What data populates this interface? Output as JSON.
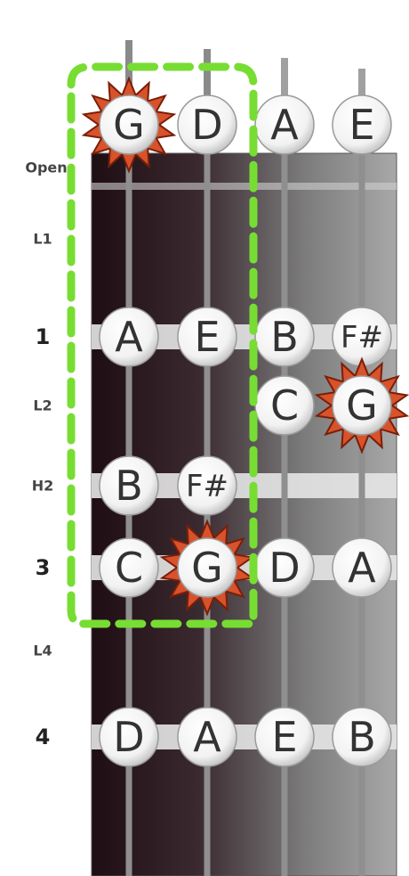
{
  "colors": {
    "board_dark": "#1e0e14",
    "board_light": "#a8a8a8",
    "fret_bar": "#e6e6e6",
    "string": "#8f8f8f",
    "note_fill": "#f2f2f2",
    "note_text": "#333333",
    "starburst_fill": "#d8522b",
    "starburst_stroke": "#7a1e08",
    "highlight_dash": "#77dd33"
  },
  "strings": [
    "G",
    "D",
    "A",
    "E"
  ],
  "open_notes": [
    {
      "label": "G",
      "string": 0,
      "starburst": true
    },
    {
      "label": "D",
      "string": 1,
      "starburst": false
    },
    {
      "label": "A",
      "string": 2,
      "starburst": false
    },
    {
      "label": "E",
      "string": 3,
      "starburst": false
    }
  ],
  "rows": [
    {
      "label": "Open",
      "size": "small"
    },
    {
      "label": "L1",
      "size": "small"
    },
    {
      "label": "1",
      "size": "big"
    },
    {
      "label": "L2",
      "size": "small"
    },
    {
      "label": "H2",
      "size": "small"
    },
    {
      "label": "3",
      "size": "big"
    },
    {
      "label": "L4",
      "size": "small"
    },
    {
      "label": "4",
      "size": "big"
    }
  ],
  "notes": [
    {
      "label": "A",
      "row": 2,
      "string": 0,
      "starburst": false
    },
    {
      "label": "E",
      "row": 2,
      "string": 1,
      "starburst": false
    },
    {
      "label": "B",
      "row": 2,
      "string": 2,
      "starburst": false
    },
    {
      "label": "F#",
      "row": 2,
      "string": 3,
      "starburst": false
    },
    {
      "label": "C",
      "row": 3,
      "string": 2,
      "starburst": false
    },
    {
      "label": "G",
      "row": 3,
      "string": 3,
      "starburst": true
    },
    {
      "label": "B",
      "row": 4,
      "string": 0,
      "starburst": false
    },
    {
      "label": "F#",
      "row": 4,
      "string": 1,
      "starburst": false
    },
    {
      "label": "C",
      "row": 5,
      "string": 0,
      "starburst": false
    },
    {
      "label": "G",
      "row": 5,
      "string": 1,
      "starburst": true
    },
    {
      "label": "D",
      "row": 5,
      "string": 2,
      "starburst": false
    },
    {
      "label": "A",
      "row": 5,
      "string": 3,
      "starburst": false
    },
    {
      "label": "D",
      "row": 7,
      "string": 0,
      "starburst": false
    },
    {
      "label": "A",
      "row": 7,
      "string": 1,
      "starburst": false
    },
    {
      "label": "E",
      "row": 7,
      "string": 2,
      "starburst": false
    },
    {
      "label": "B",
      "row": 7,
      "string": 3,
      "starburst": false
    }
  ],
  "fret_bars_rows": [
    2,
    4,
    5,
    7
  ],
  "highlight_region": {
    "strings": [
      0,
      1
    ],
    "rows_from": "open",
    "rows_to": 5
  }
}
